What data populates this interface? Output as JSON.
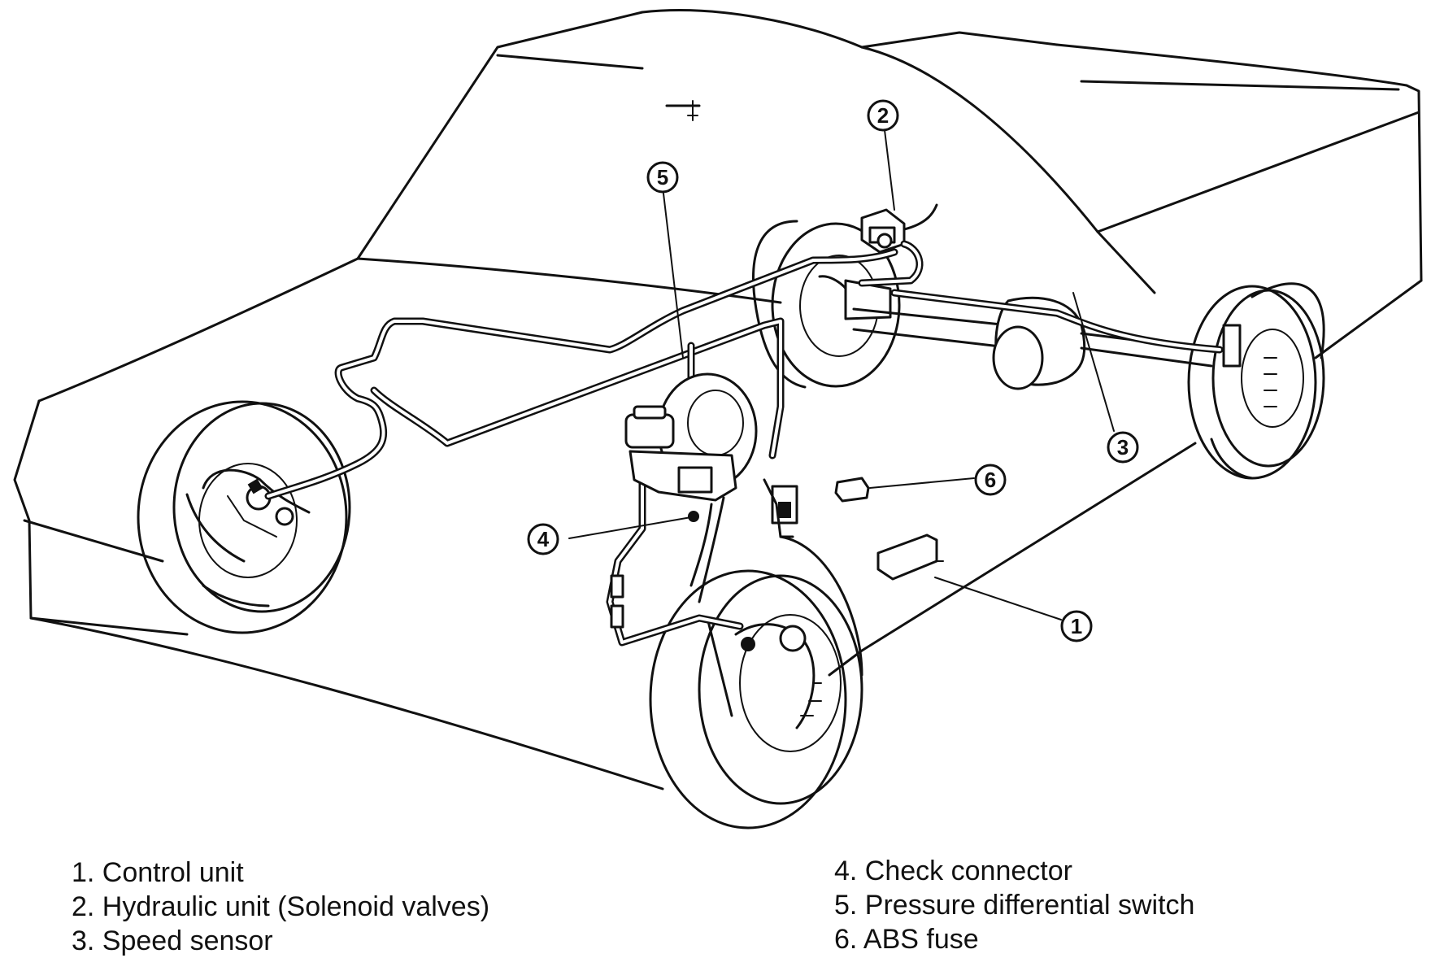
{
  "callouts": [
    {
      "number": "1"
    },
    {
      "number": "2"
    },
    {
      "number": "3"
    },
    {
      "number": "4"
    },
    {
      "number": "5"
    },
    {
      "number": "6"
    }
  ],
  "legend": {
    "left": [
      {
        "text": "1. Control unit"
      },
      {
        "text": "2. Hydraulic unit (Solenoid valves)"
      },
      {
        "text": "3. Speed sensor"
      }
    ],
    "right": [
      {
        "text": "4. Check connector"
      },
      {
        "text": "5. Pressure differential switch"
      },
      {
        "text": "6. ABS fuse"
      }
    ]
  }
}
